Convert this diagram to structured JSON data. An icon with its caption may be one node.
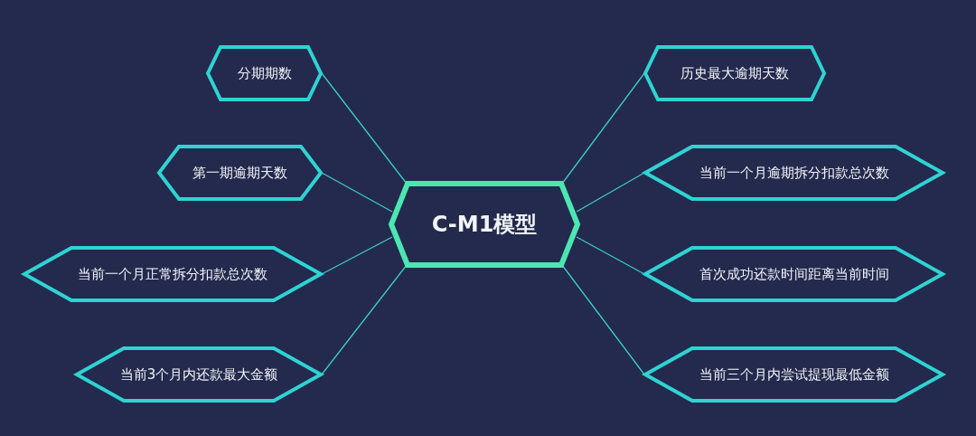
{
  "diagram": {
    "nodes": [
      {
        "text": [
          "C-M1模型"
        ]
      },
      {
        "text": [
          "分期期数"
        ]
      },
      {
        "text": [
          "第一期逾期天数"
        ]
      },
      {
        "text": [
          "当前一个月正常拆分扣款总次数"
        ]
      },
      {
        "text": [
          "当前3个月内还款最大金额"
        ]
      },
      {
        "text": [
          "历史最大逾期天数"
        ]
      },
      {
        "text": [
          "当前一个月逾期拆分扣款总次数"
        ]
      },
      {
        "text": [
          "首次成功还款时间距离当前时间"
        ]
      },
      {
        "text": [
          "当前三个月内尝试提现最低金额"
        ]
      }
    ],
    "edges": [
      {
        "from": 0,
        "to": 1,
        "arrow": "none"
      },
      {
        "from": 0,
        "to": 2,
        "arrow": "none"
      },
      {
        "from": 0,
        "to": 3,
        "arrow": "none"
      },
      {
        "from": 0,
        "to": 4,
        "arrow": "none"
      },
      {
        "from": 0,
        "to": 5,
        "arrow": "none"
      },
      {
        "from": 0,
        "to": 6,
        "arrow": "none"
      },
      {
        "from": 0,
        "to": 7,
        "arrow": "none"
      },
      {
        "from": 0,
        "to": 8,
        "arrow": "none"
      }
    ]
  }
}
